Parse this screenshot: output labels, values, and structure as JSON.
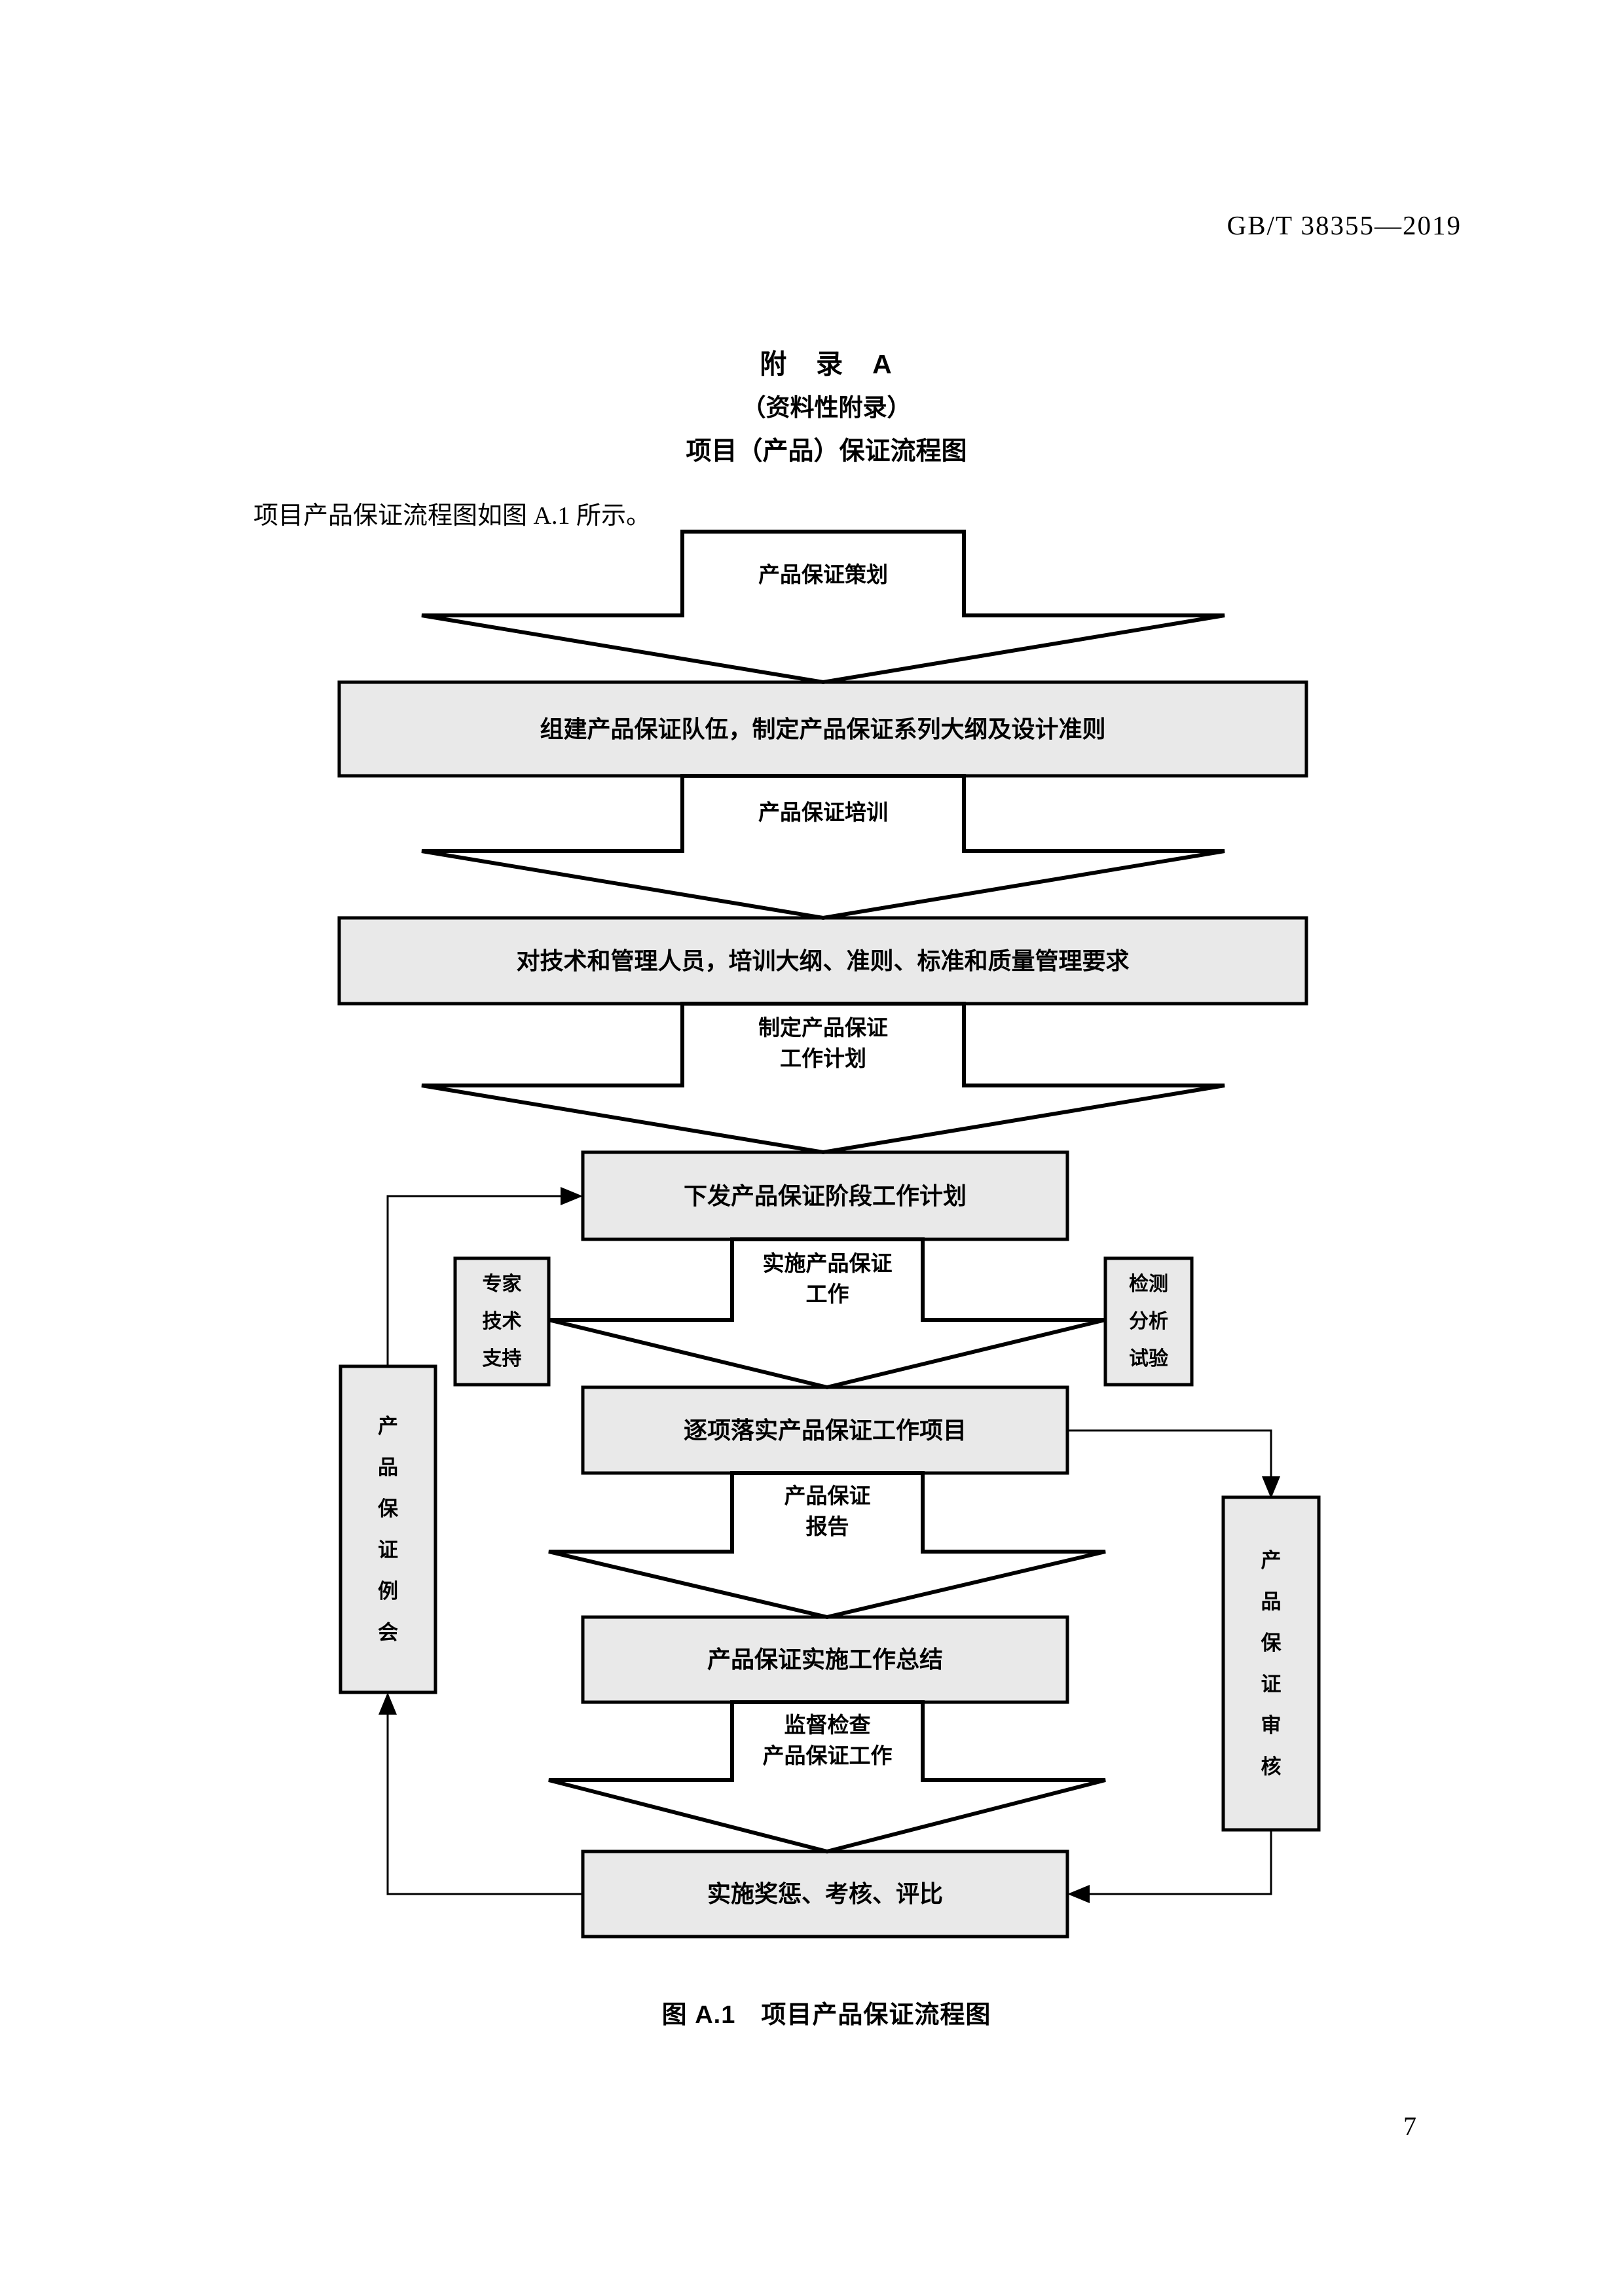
{
  "page": {
    "doc_code": "GB/T 38355—2019",
    "page_number": "7",
    "appendix": {
      "title_line1": "附　录　A",
      "title_line2": "（资料性附录）",
      "title_line3": "项目（产品）保证流程图"
    },
    "intro_text": "项目产品保证流程图如图 A.1 所示。",
    "figure_caption": "图 A.1　项目产品保证流程图"
  },
  "flowchart": {
    "colors": {
      "box_fill": "#e9e9e9",
      "arrow_fill": "#ffffff",
      "line": "#000000",
      "page_bg": "#ffffff"
    },
    "arrows": {
      "arrow1": "产品保证策划",
      "arrow2": "产品保证培训",
      "arrow3": "制定产品保证\n工作计划",
      "arrow4": "实施产品保证\n工作",
      "arrow5": "产品保证\n报告",
      "arrow6": "监督检查\n产品保证工作"
    },
    "boxes": {
      "box1": "组建产品保证队伍，制定产品保证系列大纲及设计准则",
      "box2": "对技术和管理人员，培训大纲、准则、标准和质量管理要求",
      "box3": "下发产品保证阶段工作计划",
      "box4": "逐项落实产品保证工作项目",
      "box5": "产品保证实施工作总结",
      "box6": "实施奖惩、考核、评比",
      "side_left": "专家\n技术\n支持",
      "side_right": "检测\n分析\n试验",
      "tall_left": "产\n品\n保\n证\n例\n会",
      "tall_right": "产\n品\n保\n证\n审\n核"
    }
  }
}
